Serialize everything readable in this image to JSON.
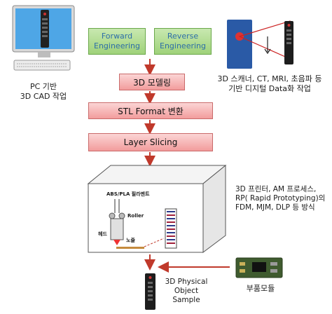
{
  "pc": {
    "caption_line1": "PC 기반",
    "caption_line2": "3D CAD 작업"
  },
  "engineering": {
    "forward_line1": "Forward",
    "forward_line2": "Engineering",
    "reverse_line1": "Reverse",
    "reverse_line2": "Engineering"
  },
  "scanner": {
    "caption_line1": "3D 스캐너, CT, MRI, 초음파 등",
    "caption_line2": "기반 디지털 Data화 작업"
  },
  "steps": {
    "modeling": "3D 모델링",
    "stl": "STL Format 변환",
    "slicing": "Layer Slicing"
  },
  "printer": {
    "material": "ABS/PLA 필라멘트",
    "roller": "Roller",
    "head": "헤드",
    "nozzle": "노즐"
  },
  "printer_caption": {
    "line1": "3D 프린터, AM 프로세스,",
    "line2": "RP( Rapid Prototyping)의",
    "line3": "FDM, MJM, DLP 등 방식"
  },
  "output": {
    "line1": "3D Physical",
    "line2": "Object",
    "line3": "Sample"
  },
  "parts": {
    "label": "부품모듈"
  },
  "colors": {
    "arrow": "#c0392b",
    "box_border": "#555555"
  }
}
